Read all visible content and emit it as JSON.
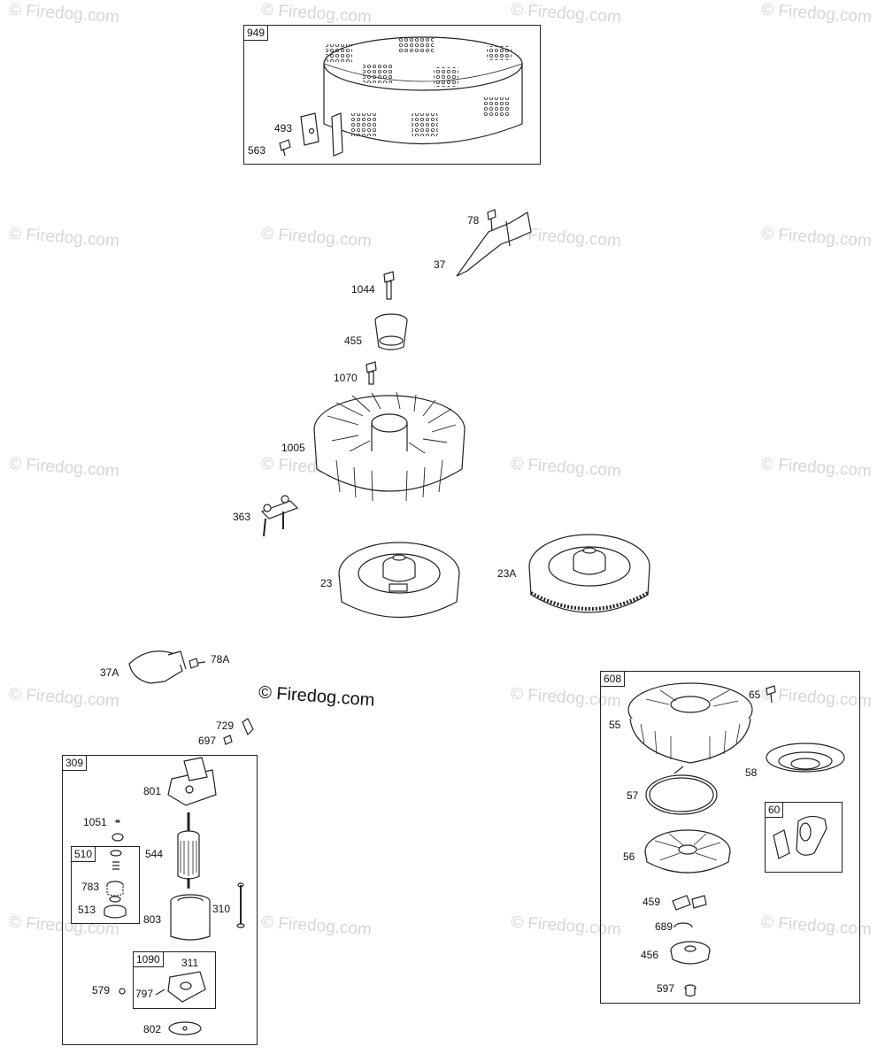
{
  "watermark": "© Firedog.com",
  "center_watermark": "© Firedog.com",
  "groups": {
    "g949": "949",
    "g309": "309",
    "g510": "510",
    "g1090": "1090",
    "g608": "608",
    "g60": "60"
  },
  "labels": {
    "p493": "493",
    "p563": "563",
    "p78": "78",
    "p37": "37",
    "p1044": "1044",
    "p455": "455",
    "p1070": "1070",
    "p1005": "1005",
    "p363": "363",
    "p23": "23",
    "p23A": "23A",
    "p37A": "37A",
    "p78A": "78A",
    "p729": "729",
    "p697": "697",
    "p801": "801",
    "p1051": "1051",
    "p544": "544",
    "p783": "783",
    "p513": "513",
    "p803": "803",
    "p310": "310",
    "p311": "311",
    "p579": "579",
    "p797": "797",
    "p802": "802",
    "p65": "65",
    "p55": "55",
    "p58": "58",
    "p57": "57",
    "p56": "56",
    "p459": "459",
    "p689": "689",
    "p456": "456",
    "p597": "597"
  }
}
